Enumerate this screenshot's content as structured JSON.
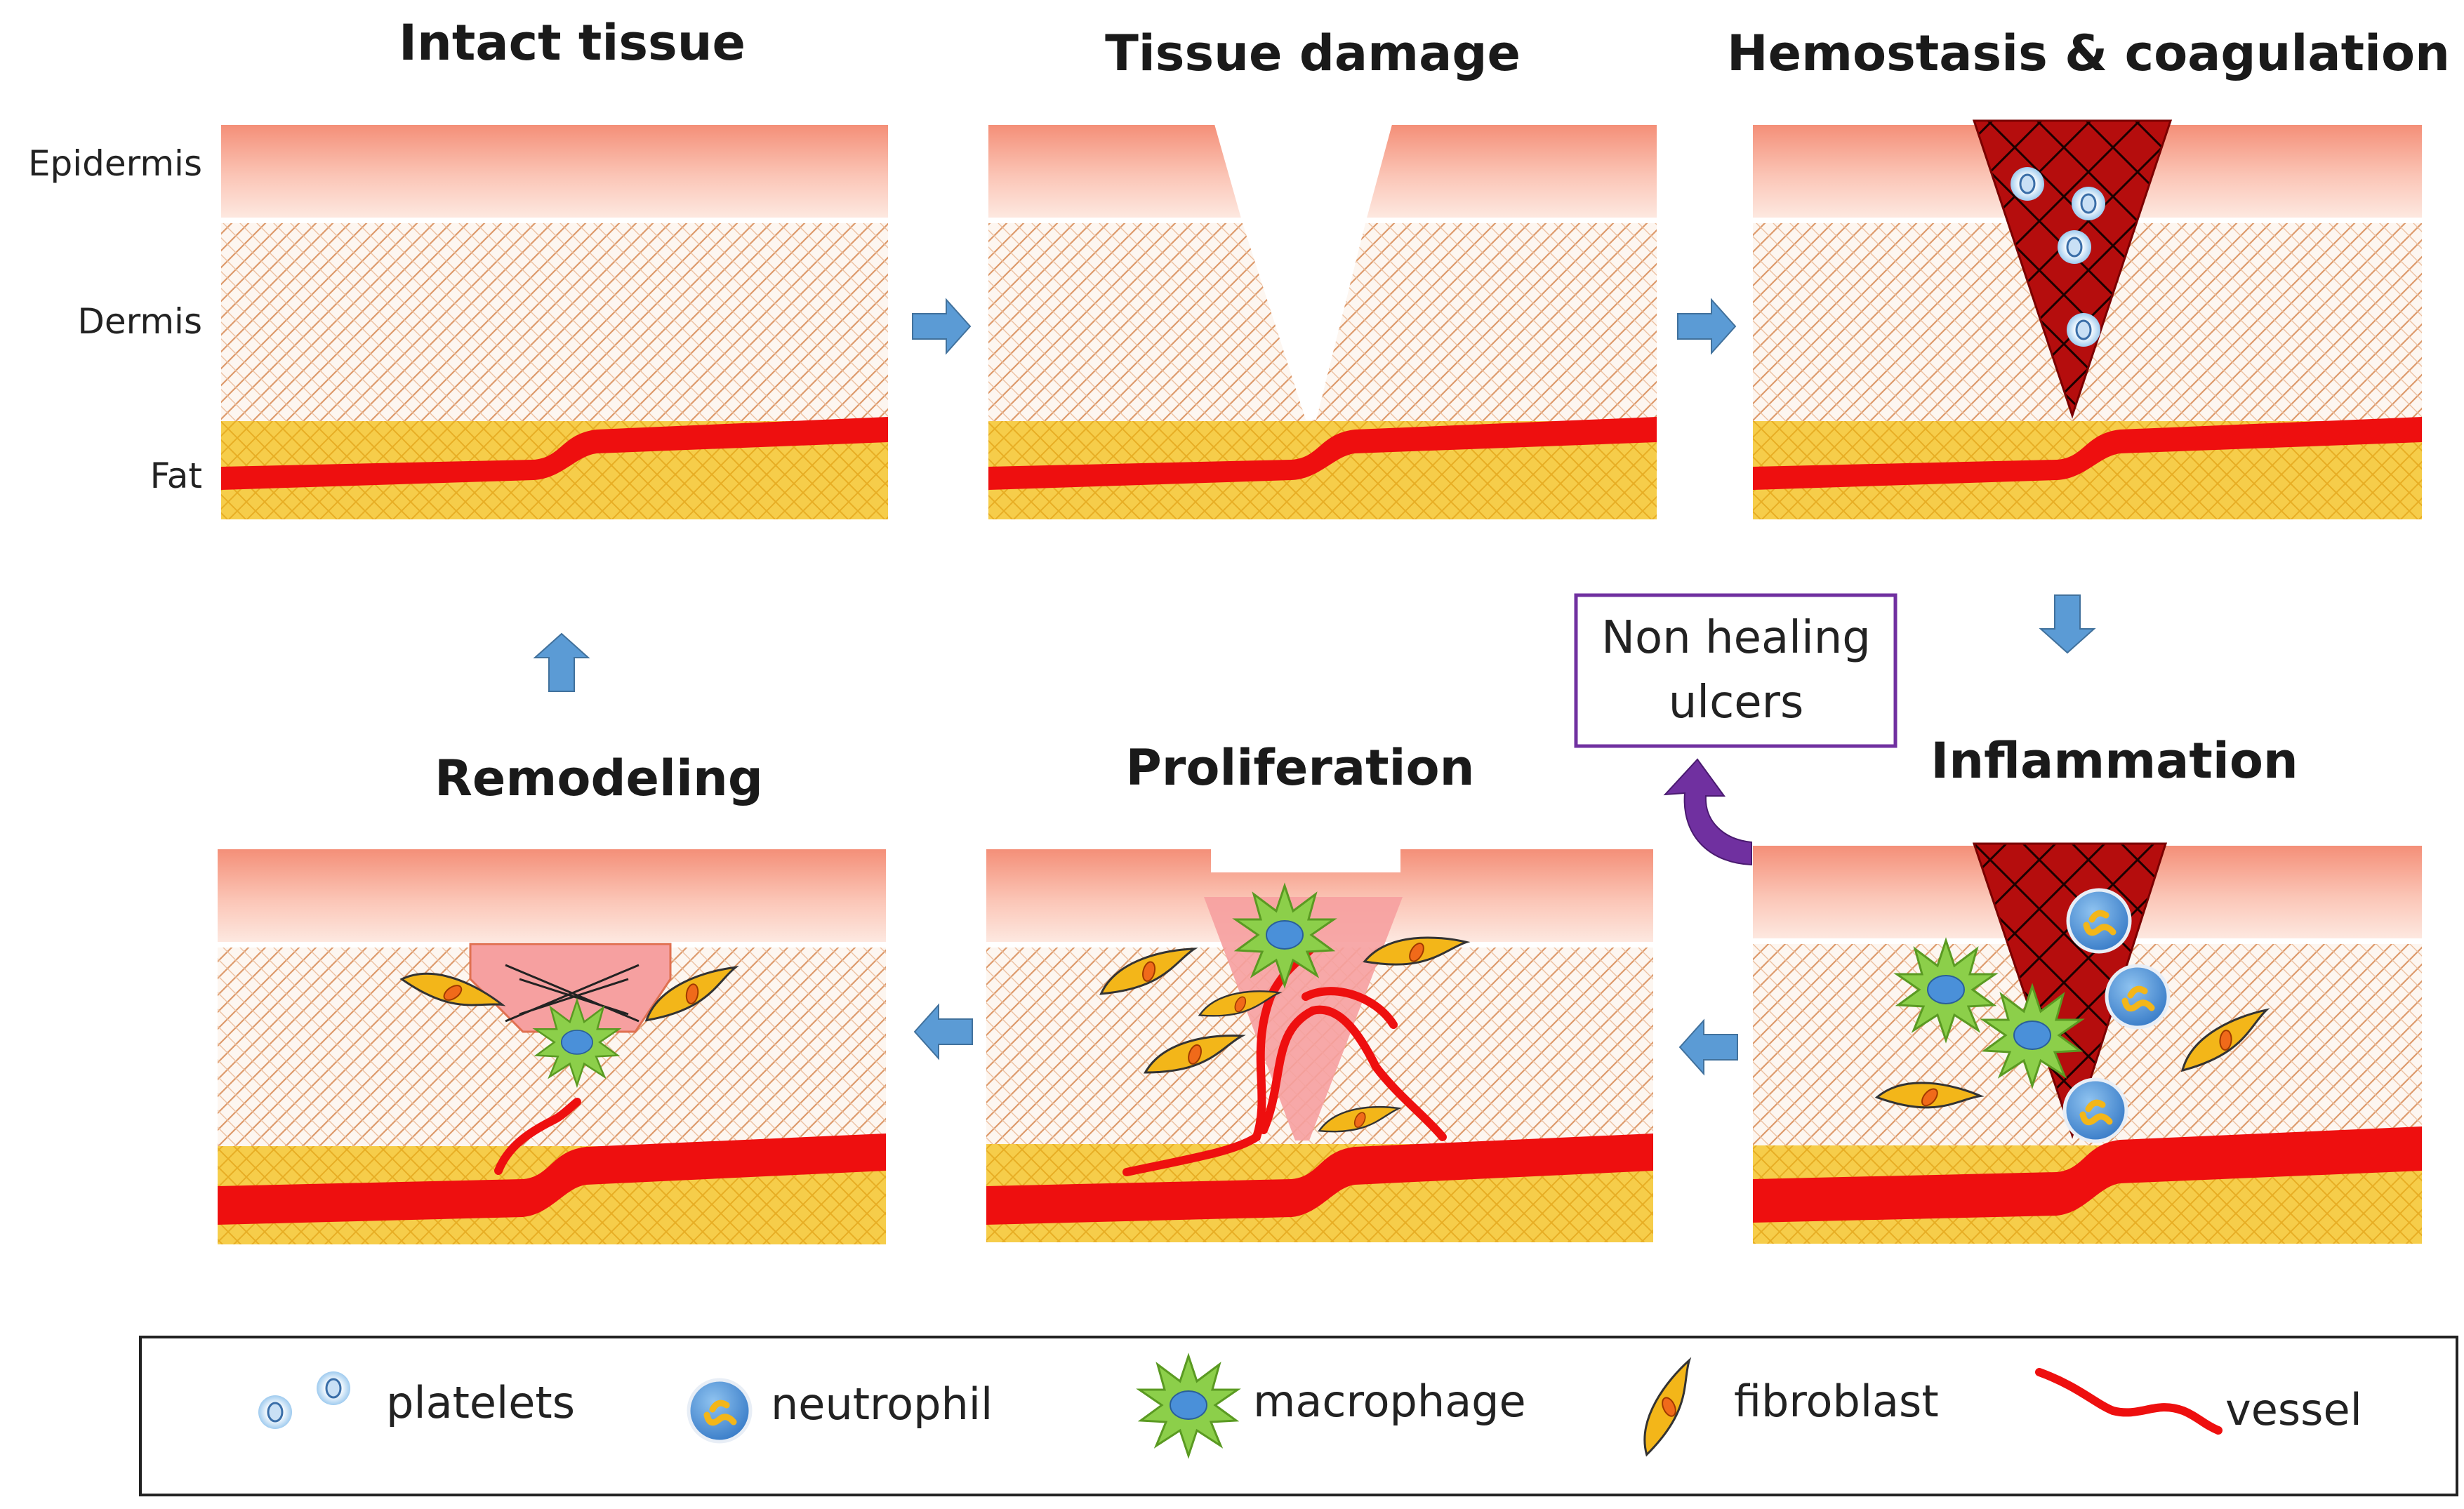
{
  "titles": {
    "intact": "Intact tissue",
    "damage": "Tissue damage",
    "hemostasis": "Hemostasis & coagulation",
    "inflammation": "Inflammation",
    "proliferation": "Proliferation",
    "remodeling": "Remodeling"
  },
  "layers": {
    "epidermis": "Epidermis",
    "dermis": "Dermis",
    "fat": "Fat"
  },
  "non_healing": {
    "line1": "Non healing",
    "line2": "ulcers"
  },
  "legend": {
    "platelets": "platelets",
    "neutrophil": "neutrophil",
    "macrophage": "macrophage",
    "fibroblast": "fibroblast",
    "vessel": "vessel"
  },
  "colors": {
    "epidermis": "#f8b8a8",
    "dermis_pattern": "#e09868",
    "fat": "#f6cd4a",
    "vessel": "#ee0f0f",
    "clot": "#b20c0c",
    "arrow": "#5b9bd5",
    "ulcer_arrow": "#7030a0",
    "macrophage": "#8ccf4a",
    "neutrophil": "#4a90d9",
    "fibroblast": "#f3b619"
  }
}
